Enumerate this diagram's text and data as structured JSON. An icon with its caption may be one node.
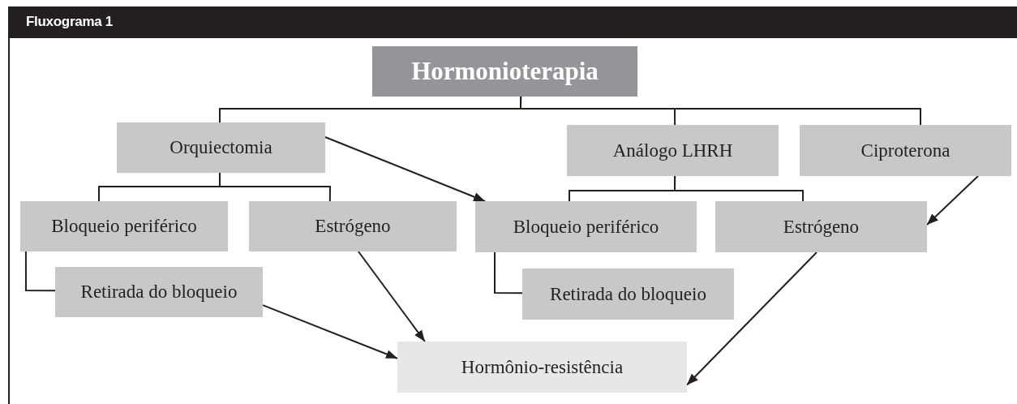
{
  "diagram": {
    "title": "Fluxograma 1",
    "nodes": [
      {
        "text": [
          "Hormonioterapia"
        ]
      },
      {
        "text": [
          "Orquiectomia"
        ]
      },
      {
        "text": [
          "Análogo LHRH"
        ]
      },
      {
        "text": [
          "Ciproterona"
        ]
      },
      {
        "text": [
          "Bloqueio periférico"
        ]
      },
      {
        "text": [
          "Estrógeno"
        ]
      },
      {
        "text": [
          "Bloqueio periférico"
        ]
      },
      {
        "text": [
          "Estrógeno"
        ]
      },
      {
        "text": [
          "Retirada do bloqueio"
        ]
      },
      {
        "text": [
          "Retirada do bloqueio"
        ]
      },
      {
        "text": [
          "Hormônio-resistência"
        ]
      }
    ],
    "edges": [
      {
        "from": 0,
        "to": 1,
        "arrow": "none"
      },
      {
        "from": 0,
        "to": 2,
        "arrow": "none"
      },
      {
        "from": 0,
        "to": 3,
        "arrow": "none"
      },
      {
        "from": 1,
        "to": 4,
        "arrow": "none"
      },
      {
        "from": 1,
        "to": 5,
        "arrow": "none"
      },
      {
        "from": 2,
        "to": 6,
        "arrow": "none"
      },
      {
        "from": 2,
        "to": 7,
        "arrow": "none"
      },
      {
        "from": 4,
        "to": 8,
        "arrow": "none"
      },
      {
        "from": 6,
        "to": 9,
        "arrow": "none"
      },
      {
        "from": 1,
        "to": 6,
        "arrow": "to"
      },
      {
        "from": 5,
        "to": 10,
        "arrow": "to"
      },
      {
        "from": 8,
        "to": 10,
        "arrow": "to"
      },
      {
        "from": 3,
        "to": 7,
        "arrow": "to"
      },
      {
        "from": 7,
        "to": 10,
        "arrow": "to"
      }
    ]
  }
}
